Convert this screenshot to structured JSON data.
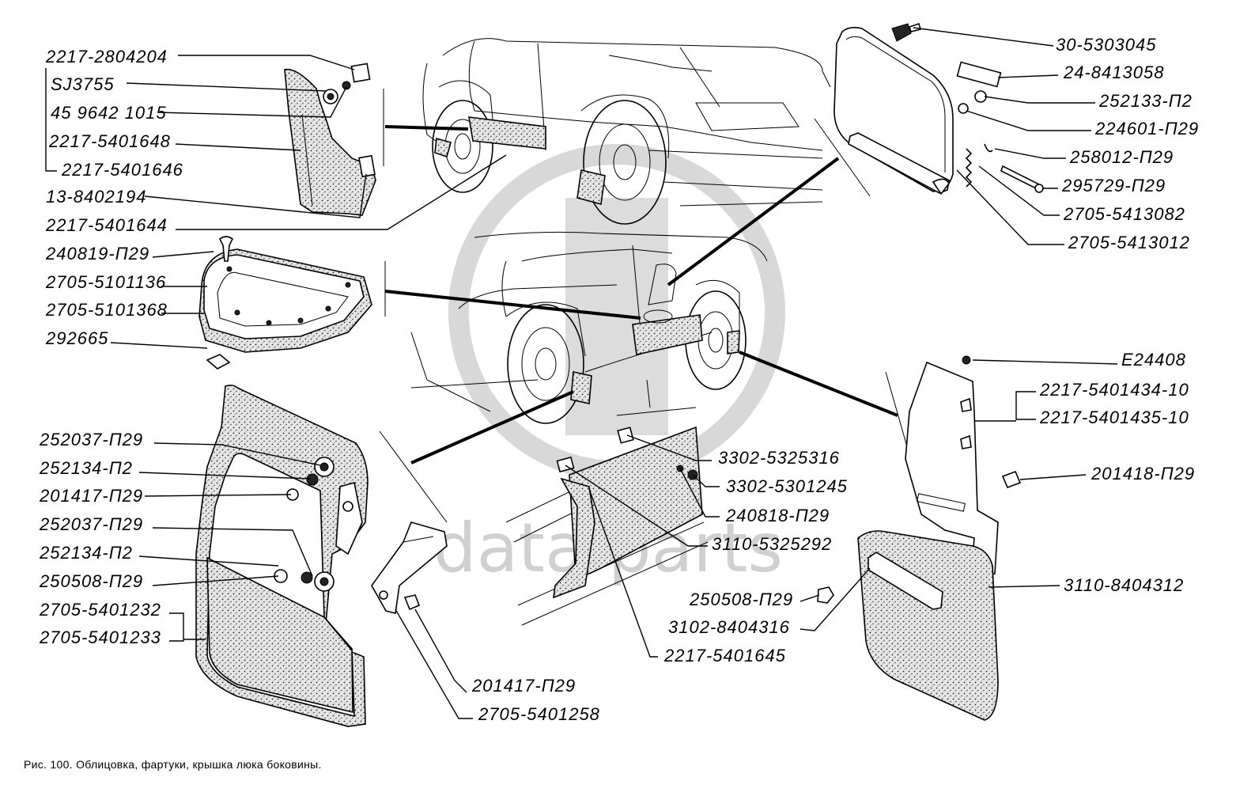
{
  "caption": "Рис. 100. Облицовка, фартуки, крышка люка боковины.",
  "watermark": {
    "text": "data parts",
    "color": "#d4d4d4"
  },
  "labels": {
    "l01": "2217-2804204",
    "l02": "SJ3755",
    "l03": "45 9642 1015",
    "l04": "2217-5401648",
    "l05": "2217-5401646",
    "l06": "13-8402194",
    "l07": "2217-5401644",
    "l08": "240819-П29",
    "l09": "2705-5101136",
    "l10": "2705-5101368",
    "l11": "292665",
    "l12": "252037-П29",
    "l13": "252134-П2",
    "l14": "201417-П29",
    "l15": "252037-П29",
    "l16": "252134-П2",
    "l17": "250508-П29",
    "l18": "2705-5401232",
    "l19": "2705-5401233",
    "l20": "201417-П29",
    "l21": "2705-5401258",
    "l22": "3302-5325316",
    "l23": "3302-5301245",
    "l24": "240818-П29",
    "l25": "3110-5325292",
    "l26": "250508-П29",
    "l27": "3102-8404316",
    "l28": "2217-5401645",
    "l29": "30-5303045",
    "l30": "24-8413058",
    "l31": "252133-П2",
    "l32": "224601-П29",
    "l33": "258012-П29",
    "l34": "295729-П29",
    "l35": "2705-5413082",
    "l36": "2705-5413012",
    "l37": "E24408",
    "l38": "2217-5401434-10",
    "l39": "2217-5401435-10",
    "l40": "201418-П29",
    "l41": "3110-8404312"
  }
}
